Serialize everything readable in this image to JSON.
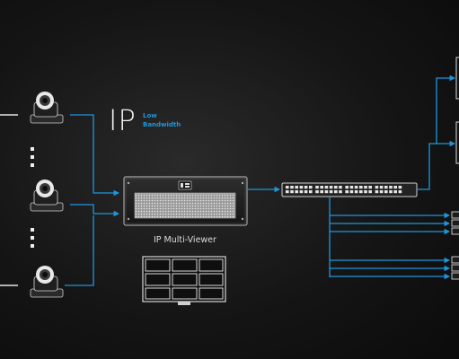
{
  "labels": {
    "ip": "IP",
    "low_bandwidth_line1": "Low",
    "low_bandwidth_line2": "Bandwidth",
    "multiviewer": "IP Multi-Viewer"
  },
  "colors": {
    "link": "#1e96dc",
    "device": "#d9d9d9",
    "background": "#151515"
  },
  "icons": {
    "camera": "ptz-camera-icon",
    "multiviewer": "rack-multiviewer-icon",
    "switch": "network-switch-icon",
    "monitor_wall": "monitor-wall-icon"
  }
}
